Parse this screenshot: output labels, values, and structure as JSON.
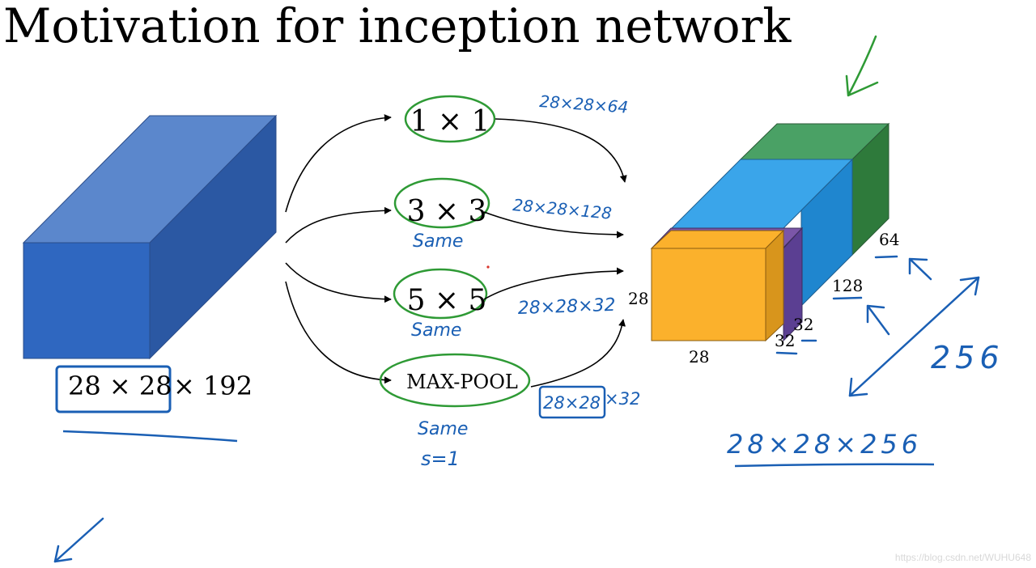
{
  "title": "Motivation for inception network",
  "input": {
    "dims": "28 × 28",
    "depth": "× 192"
  },
  "filters": [
    {
      "label": "1 × 1",
      "output": "28×28×64"
    },
    {
      "label": "3 × 3",
      "output": "28×28×128",
      "note": "Same"
    },
    {
      "label": "5 × 5",
      "output": "28×28×32",
      "note": "Same"
    },
    {
      "label": "MAX-POOL",
      "output_boxed": "28×28",
      "output_tail": "×32",
      "note1": "Same",
      "note2": "s=1"
    }
  ],
  "output_block": {
    "height_label": "28",
    "width_label": "28",
    "slice_labels": [
      "64",
      "128",
      "32",
      "32"
    ],
    "total_depth": "256",
    "total_volume": "28×28×256",
    "colors": {
      "orange": "#fbb12c",
      "purple": "#7b56a8",
      "blue": "#3aa5ea",
      "green": "#4aa165"
    }
  },
  "input_block_color": "#2f67c0",
  "ink": {
    "blue": "#1a5fb4",
    "green": "#2e9a35"
  },
  "watermark": "https://blog.csdn.net/WUHU648"
}
